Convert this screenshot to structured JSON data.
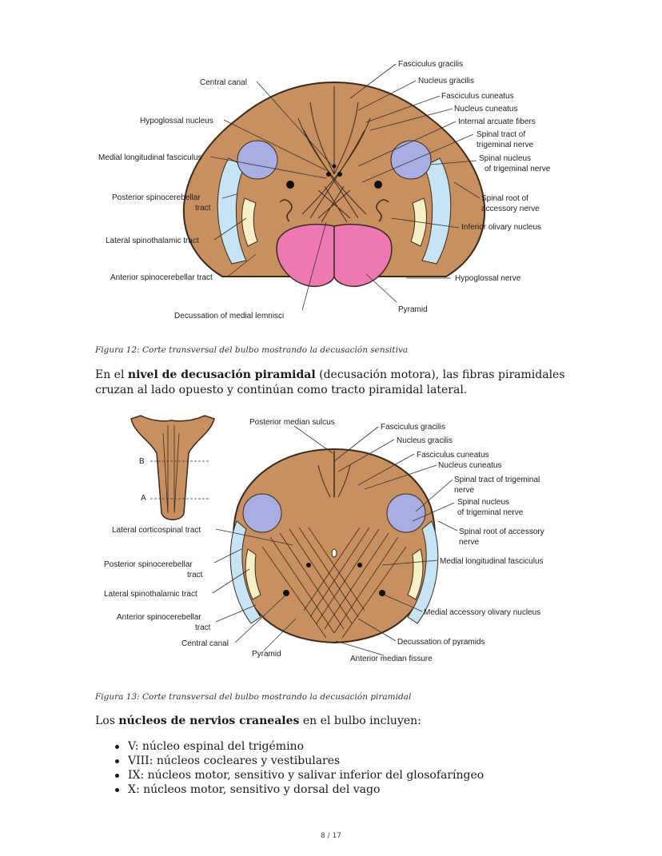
{
  "figure12": {
    "caption": "Figura 12: Corte transversal del bulbo mostrando la decusación sensitiva",
    "labels": {
      "fasciculus_gracilis": "Fasciculus gracilis",
      "nucleus_gracilis": "Nucleus gracilis",
      "fasciculus_cuneatus": "Fasciculus cuneatus",
      "nucleus_cuneatus": "Nucleus cuneatus",
      "internal_arcuate": "Internal arcuate fibers",
      "spinal_tract_trig_1": "Spinal tract of",
      "spinal_tract_trig_2": "trigeminal nerve",
      "spinal_nucleus_trig_1": "Spinal nucleus",
      "spinal_nucleus_trig_2": "of trigeminal nerve",
      "spinal_root_acc_1": "Spinal root of",
      "spinal_root_acc_2": "accessory nerve",
      "inferior_olivary": "Inferior olivary nucleus",
      "hypoglossal_nerve": "Hypoglossal nerve",
      "pyramid": "Pyramid",
      "decussation_lemnisci": "Decussation of medial lemnisci",
      "anterior_spinocerebellar": "Anterior spinocerebellar tract",
      "lateral_spinothalamic": "Lateral spinothalamic tract",
      "posterior_spinocerebellar_1": "Posterior spinocerebellar",
      "posterior_spinocerebellar_2": "tract",
      "medial_longitudinal": "Medial longitudinal fasciculus",
      "hypoglossal_nucleus": "Hypoglossal nucleus",
      "central_canal": "Central canal"
    }
  },
  "paragraph1": {
    "before": "En el ",
    "bold": "nivel de decusación piramidal",
    "after": " (decusación motora), las fibras piramidales cruzan al lado opuesto y continúan como tracto piramidal lateral."
  },
  "figure13": {
    "caption": "Figura 13: Corte transversal del bulbo mostrando la decusación piramidal",
    "labels": {
      "posterior_median_sulcus": "Posterior median sulcus",
      "fasciculus_gracilis": "Fasciculus gracilis",
      "nucleus_gracilis": "Nucleus gracilis",
      "fasciculus_cuneatus": "Fasciculus cuneatus",
      "nucleus_cuneatus": "Nucleus cuneatus",
      "spinal_tract_trig_1": "Spinal tract of trigeminal",
      "spinal_tract_trig_2": "nerve",
      "spinal_nucleus_trig_1": "Spinal nucleus",
      "spinal_nucleus_trig_2": "of trigeminal nerve",
      "spinal_root_acc_1": "Spinal root of accessory",
      "spinal_root_acc_2": "nerve",
      "medial_longitudinal": "Medial longitudinal fasciculus",
      "medial_accessory_olivary": "Medial accessory olivary nucleus",
      "decussation_pyramids": "Decussation of pyramids",
      "anterior_median_fissure": "Anterior median fissure",
      "pyramid": "Pyramid",
      "central_canal": "Central canal",
      "anterior_spinocerebellar_1": "Anterior spinocerebellar",
      "anterior_spinocerebellar_2": "tract",
      "lateral_spinothalamic": "Lateral spinothalamic tract",
      "posterior_spinocerebellar_1": "Posterior spinocerebellar",
      "posterior_spinocerebellar_2": "tract",
      "lateral_corticospinal": "Lateral corticospinal tract",
      "level_a": "A",
      "level_b": "B"
    }
  },
  "paragraph2": {
    "before": "Los ",
    "bold": "núcleos de nervios craneales",
    "after": " en el bulbo incluyen:"
  },
  "list": [
    "V: núcleo espinal del trigémino",
    "VIII: núcleos cocleares y vestibulares",
    "IX: núcleos motor, sensitivo y salivar inferior del glosofaríngeo",
    "X: núcleos motor, sensitivo y dorsal del vago"
  ],
  "page_number": "8 / 17",
  "colors": {
    "tissue": "#c89060",
    "pyramid": "#ee78b4",
    "nucleus": "#a8aee2",
    "tract_blue": "#c6e4f4",
    "tract_cream": "#f7efc6"
  }
}
